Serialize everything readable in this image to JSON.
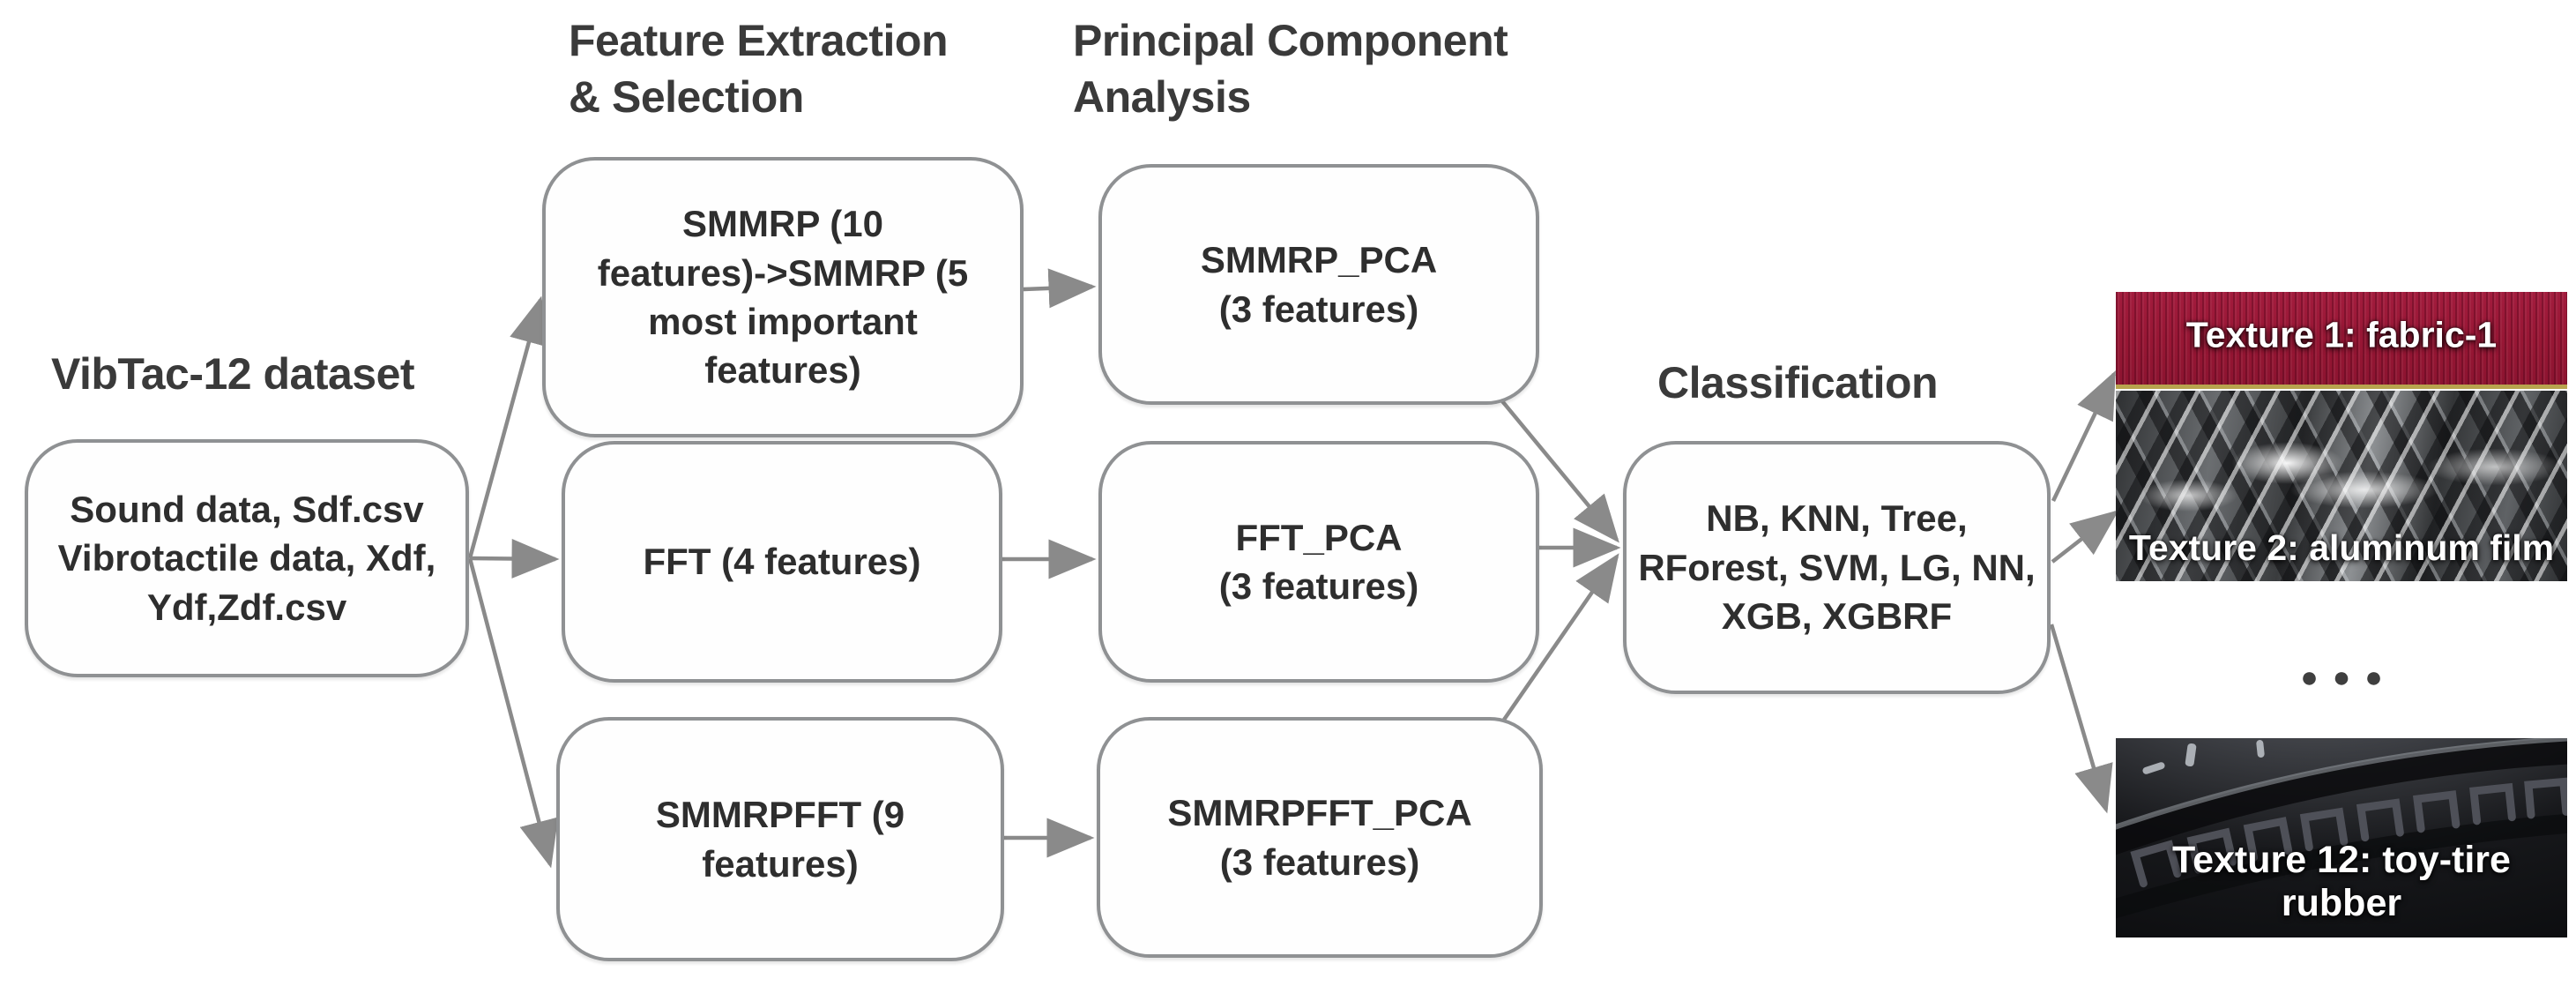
{
  "palette": {
    "arrow_gray": "#8a8a8a",
    "box_border": "#8f9193",
    "heading_text": "#3a3a3a",
    "node_text": "#2e2e2e",
    "fabric_red": "#9b1a38",
    "gold_edge": "#b8a44e",
    "label_white": "#ffffff"
  },
  "headings": {
    "dataset": "VibTac-12 dataset",
    "feature_extraction": "Feature Extraction\n& Selection",
    "pca": "Principal Component\nAnalysis",
    "classification": "Classification"
  },
  "nodes": {
    "dataset": "Sound data, Sdf.csv\nVibrotactile data, Xdf,\nYdf,Zdf.csv",
    "smmrp": "SMMRP (10\nfeatures)->SMMRP (5\nmost important\nfeatures)",
    "fft": "FFT (4 features)",
    "smmrpfft": "SMMRPFFT (9\nfeatures)",
    "smmrp_pca": "SMMRP_PCA\n(3 features)",
    "fft_pca": "FFT_PCA\n(3 features)",
    "smmrpfft_pca": "SMMRPFFT_PCA\n(3 features)",
    "classification": "NB, KNN, Tree,\nRForest, SVM, LG, NN,\nXGB, XGBRF"
  },
  "textures": {
    "t1_label": "Texture 1: fabric-1",
    "t2_label": "Texture 2: aluminum film",
    "t12_label": "Texture 12: toy-tire rubber",
    "ellipsis": "●●●"
  }
}
